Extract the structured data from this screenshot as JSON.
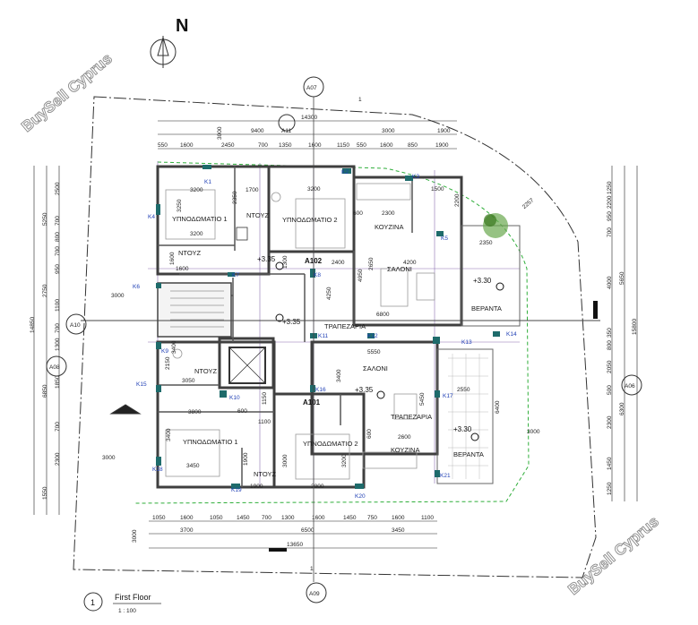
{
  "north_label": "N",
  "watermark": "BuySell Cyprus",
  "drawing_title": "First Floor",
  "drawing_number": "1",
  "drawing_scale": "1 : 100",
  "section_markers": {
    "a07": "A07",
    "a09": "A09",
    "a10": "A10",
    "a08": "A08",
    "a06": "A06",
    "a11": "A11",
    "ref_top": "1",
    "ref_bottom": "1"
  },
  "apartments": {
    "a102": "A102",
    "a101": "A101"
  },
  "levels": {
    "l1": "+3.35",
    "l2": "+3.35",
    "l3": "+3.35",
    "l4": "+3.30",
    "l5": "+3.30"
  },
  "rooms": {
    "bed1_top": "ΥΠΝΟΔΩΜΑΤΙΟ 1",
    "shower_top": "ΝΤΟΥΖ",
    "bed2_top": "ΥΠΝΟΔΩΜΑΤΙΟ 2",
    "kitchen_top": "ΚΟΥΖΙΝΑ",
    "salon_top": "ΣΑΛΟΝΙ",
    "wc_top": "ΝΤΟΥΖ",
    "dining_top": "ΤΡΑΠΕΖΑΡΙΑ",
    "veranda_top": "ΒΕΡΑΝΤΑ",
    "shower_b1": "ΝΤΟΥΖ",
    "salon_b": "ΣΑΛΟΝΙ",
    "dining_b": "ΤΡΑΠΕΖΑΡΙΑ",
    "bed1_b": "ΥΠΝΟΔΩΜΑΤΙΟ 1",
    "bed2_b": "ΥΠΝΟΔΩΜΑΤΙΟ 2",
    "shower_b2": "ΝΤΟΥΖ",
    "kitchen_b": "ΚΟΥΖΙΝΑ",
    "veranda_b": "ΒΕΡΑΝΤΑ"
  },
  "top_dims": {
    "overall": "14300",
    "d9400": "9400",
    "d3000": "3000",
    "d1900": "1900",
    "r1": "3000"
  },
  "top_chain": [
    "550",
    "1600",
    "2450",
    "700",
    "1350",
    "1600",
    "1150",
    "550",
    "1600",
    "850",
    "1900"
  ],
  "bottom_chain": [
    "1050",
    "1600",
    "1050",
    "1450",
    "700",
    "1300",
    "1600",
    "1450",
    "750",
    "1600",
    "1100"
  ],
  "bottom_dims": {
    "d3700": "3700",
    "d6500": "6500",
    "d3450": "3450",
    "overall": "13650",
    "d3000l": "3000"
  },
  "left_outer": {
    "d14850": "14850",
    "d5250": "5250",
    "d2750": "2750",
    "d6850": "6850",
    "d1550": "1550"
  },
  "left_inner": [
    "2500",
    "700",
    "800",
    "700",
    "950",
    "1100",
    "700",
    "1300",
    "1850",
    "700",
    "2300"
  ],
  "right_outer": {
    "d15800": "15800",
    "d5650": "5650",
    "d6300": "6300"
  },
  "right_inner": [
    "1250",
    "2200",
    "950",
    "700",
    "4000",
    "350",
    "800",
    "2050",
    "500",
    "2300",
    "1450",
    "1250"
  ],
  "interior_dims": {
    "b1w": "3200",
    "b1h": "3250",
    "b1w2": "3200",
    "sh": "1700",
    "sh2": "2350",
    "b2w": "3200",
    "d600a": "600",
    "d2300": "2300",
    "d1500": "1500",
    "d2200": "2200",
    "d2257": "2257",
    "d2350": "2350",
    "d1600": "1600",
    "d1600b": "1600",
    "d2400": "2400",
    "d4200": "4200",
    "d4950": "4950",
    "d2650": "2650",
    "d4250": "4250",
    "d3000c": "3000",
    "d6800": "6800",
    "d1300": "1300",
    "d5550": "5550",
    "d2150": "2150",
    "d3050": "3050",
    "d3800": "3800",
    "d600b": "600",
    "d1100": "1100",
    "d1150": "1150",
    "d3400": "3400",
    "d5450": "5450",
    "d2600": "2600",
    "d2550": "2550",
    "d6400": "6400",
    "d3000d": "3000",
    "d3400b": "3400",
    "d3450b": "3450",
    "d1900b": "1900",
    "d3000e": "3000",
    "d3200": "3200",
    "d3800b": "3800",
    "d1900c": "1900",
    "d3000f": "3000",
    "d600c": "600",
    "d3400c": "3400"
  },
  "column_marks": [
    "K1",
    "K2",
    "K3",
    "K4",
    "K5",
    "K6",
    "K7",
    "K8",
    "K9",
    "K10",
    "K11",
    "K12",
    "K13",
    "K14",
    "K15",
    "K16",
    "K17",
    "K18",
    "K19",
    "K20",
    "K21"
  ],
  "colors": {
    "wall": "#3f3f3f",
    "column": "#1e6b6b",
    "grid": "#8a6fb0",
    "dashed": "#2fae3a",
    "dim": "#222222",
    "kmark": "#1f3fb5"
  }
}
